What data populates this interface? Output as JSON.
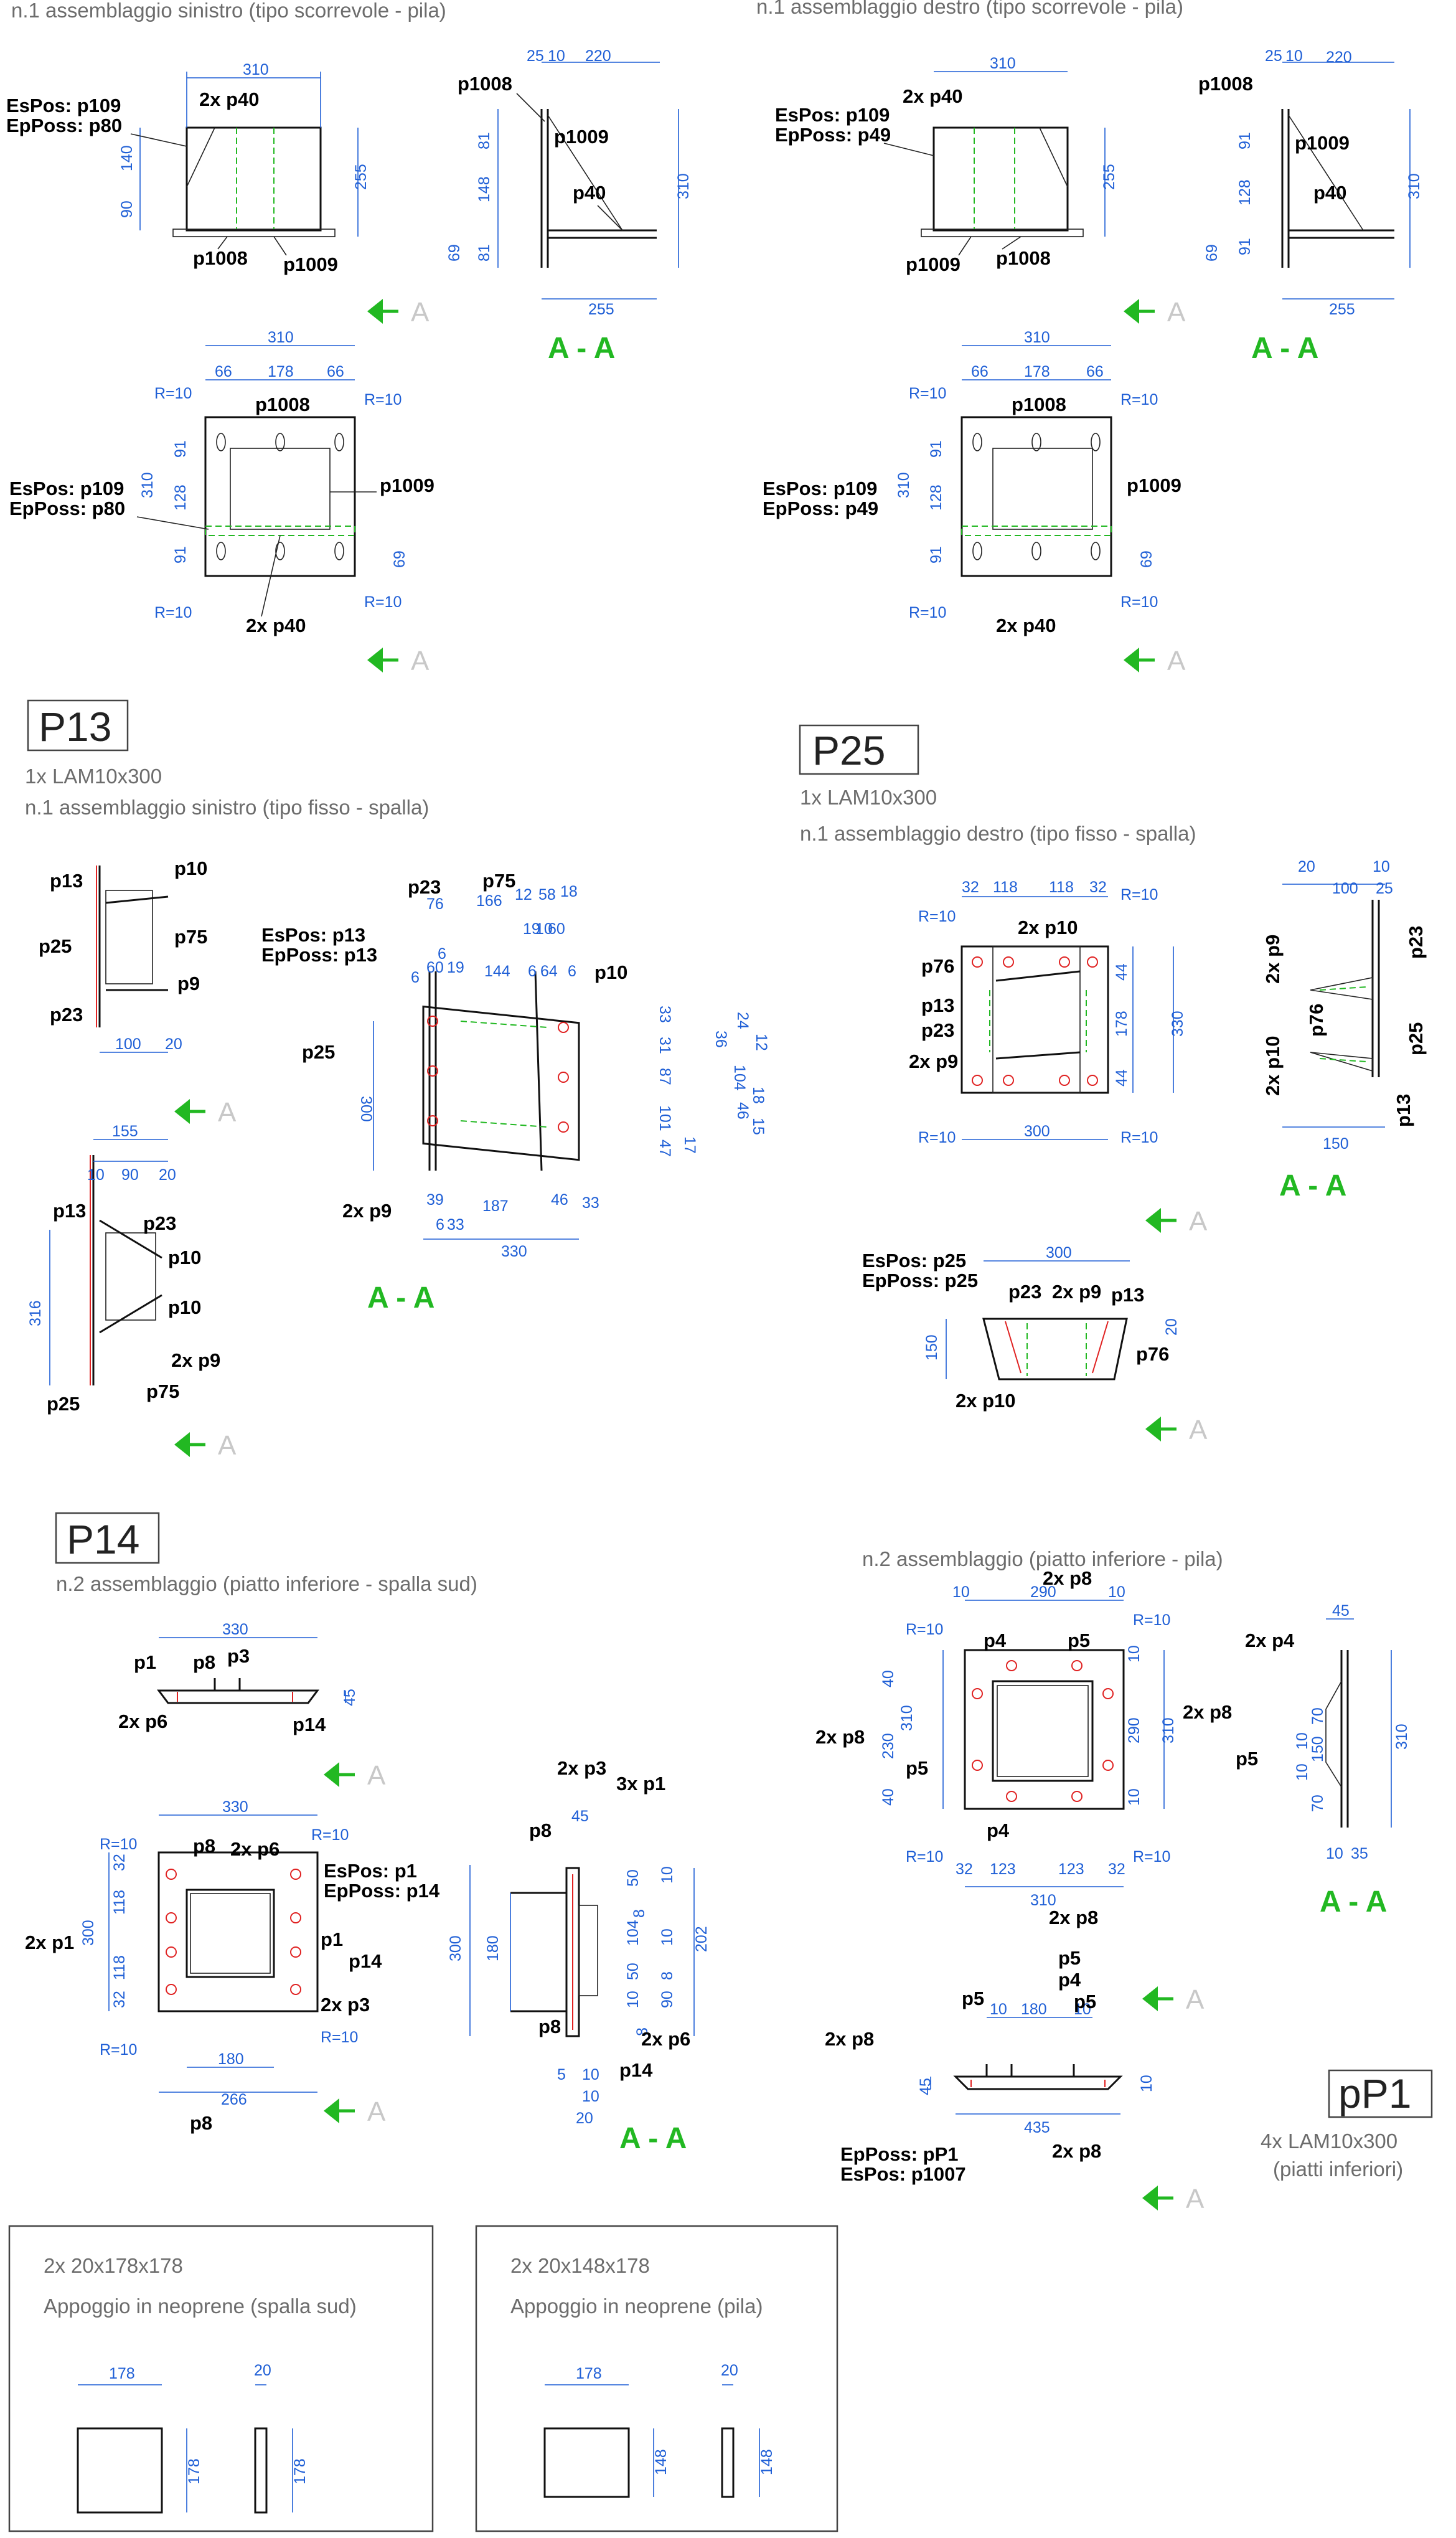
{
  "headers": {
    "top_left": "n.1 assemblaggio sinistro (tipo scorrevole - pila)",
    "top_right": "n.1 assemblaggio destro (tipo scorrevole - pila)",
    "p13_qty": "1x LAM10x300",
    "p13_desc": "n.1 assemblaggio sinistro (tipo fisso - spalla)",
    "p25_qty": "1x LAM10x300",
    "p25_desc": "n.1 assemblaggio destro (tipo fisso - spalla)",
    "p14_desc": "n.2 assemblaggio (piatto inferiore - spalla sud)",
    "pila_desc": "n.2 assemblaggio (piatto inferiore - pila)",
    "pp1_qty": "4x LAM10x300",
    "pp1_desc": "(piatti inferiori)"
  },
  "part_titles": {
    "p13": "P13",
    "p25": "P25",
    "p14": "P14",
    "pp1": "pP1"
  },
  "section_labels": {
    "section": "A - A",
    "marker": "A"
  },
  "labels": {
    "espos_p109": "EsPos: p109",
    "epposs_p80": "EpPoss: p80",
    "epposs_p49": "EpPoss: p49",
    "espos_p13": "EsPos: p13",
    "epposs_p13": "EpPoss: p13",
    "espos_p25": "EsPos: p25",
    "epposs_p25": "EpPoss: p25",
    "espos_p1": "EsPos: p1",
    "epposs_p14": "EpPoss: p14",
    "epposs_pp1": "EpPoss: pP1",
    "espos_p1007": "EsPos: p1007",
    "p40x2": "2x p40",
    "p1008": "p1008",
    "p1009": "p1009",
    "p40": "p40",
    "p13": "p13",
    "p10": "p10",
    "p25": "p25",
    "p75": "p75",
    "p9": "p9",
    "p23": "p23",
    "p9x2": "2x p9",
    "p10x2": "2x p10",
    "p76": "p76",
    "p1": "p1",
    "p8": "p8",
    "p3": "p3",
    "p6x2": "2x p6",
    "p14": "p14",
    "p3x2": "2x p3",
    "p1x2": "2x p1",
    "p1x3": "3x p1",
    "p8x2": "2x p8",
    "p4": "p4",
    "p5": "p5",
    "p4x2": "2x p4"
  },
  "dims": {
    "d310": "310",
    "d255": "255",
    "d140": "140",
    "d90": "90",
    "d220": "220",
    "d25": "25",
    "d10": "10",
    "d81": "81",
    "d148": "148",
    "d69": "69",
    "d91": "91",
    "d128": "128",
    "d66": "66",
    "d178": "178",
    "r10": "R=10",
    "d100": "100",
    "d20": "20",
    "d155": "155",
    "d316": "316",
    "d76": "76",
    "d166": "166",
    "d12": "12",
    "d58": "58",
    "d18": "18",
    "d19": "19",
    "d60": "60",
    "d6": "6",
    "d144": "144",
    "d64": "64",
    "d33": "33",
    "d24": "24",
    "d36": "36",
    "d300": "300",
    "d31": "31",
    "d87": "87",
    "d104": "104",
    "d101": "101",
    "d46": "46",
    "d15": "15",
    "d47": "47",
    "d17": "17",
    "d39": "39",
    "d187": "187",
    "d330": "330",
    "d32": "32",
    "d118": "118",
    "d44": "44",
    "d150": "150",
    "d45": "45",
    "d180": "180",
    "d266": "266",
    "d50": "50",
    "d8": "8",
    "d202": "202",
    "d5": "5",
    "d290": "290",
    "d40": "40",
    "d230": "230",
    "d123": "123",
    "d70": "70",
    "d35": "35",
    "d435": "435"
  },
  "boxes": {
    "left_qty": "2x 20x178x178",
    "left_desc": "Appoggio in neoprene (spalla sud)",
    "right_qty": "2x 20x148x178",
    "right_desc": "Appoggio in neoprene (pila)"
  }
}
